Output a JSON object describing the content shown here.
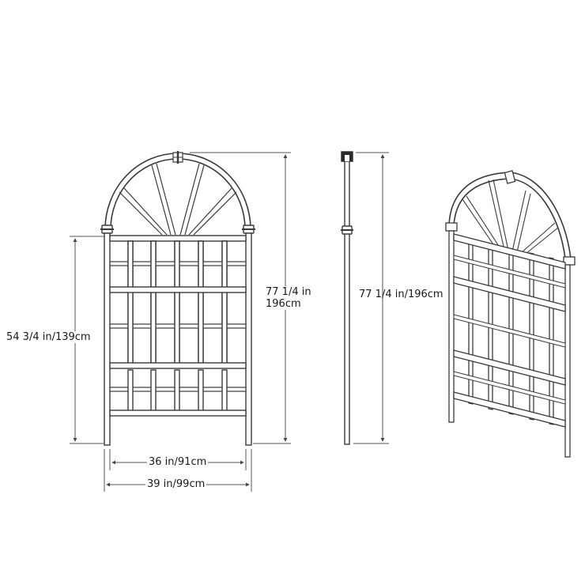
{
  "diagram": {
    "subject": "arched garden trellis dimension drawing",
    "views": [
      {
        "id": "front",
        "name": "Front elevation"
      },
      {
        "id": "side",
        "name": "Side elevation"
      },
      {
        "id": "perspective",
        "name": "Perspective view"
      }
    ],
    "dimensions": {
      "panel_height": "54 3/4 in/139cm",
      "total_height_front_line1": "77 1/4 in",
      "total_height_front_line2": "196cm",
      "total_height_side": "77 1/4 in/196cm",
      "inner_width": "36 in/91cm",
      "outer_width": "39 in/99cm"
    },
    "colors": {
      "stroke": "#3a3a3a",
      "fill": "#ffffff",
      "dim_line": "#555555",
      "text": "#1a1a1a"
    }
  }
}
